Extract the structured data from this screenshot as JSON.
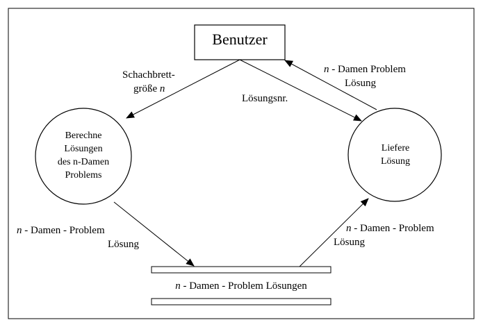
{
  "nodes": {
    "user": {
      "label": "Benutzer"
    },
    "compute": {
      "lines": [
        "Berechne",
        "Lösungen",
        "des n-Damen",
        "Problems"
      ]
    },
    "deliver": {
      "lines": [
        "Liefere",
        "Lösung"
      ]
    },
    "store": {
      "label_italic": "n",
      "label_rest": " - Damen - Problem Lösungen"
    }
  },
  "edges": {
    "board_size": {
      "line1": "Schachbrett-",
      "line2_text": "größe ",
      "line2_italic": "n"
    },
    "solution_number": {
      "label": "Lösungsnr."
    },
    "solution_to_user": {
      "italic": "n",
      "line1_rest": " - Damen Problem",
      "line2": "Lösung"
    },
    "compute_to_store": {
      "italic": "n",
      "line1_rest": " - Damen - Problem",
      "line2": "Lösung"
    },
    "store_to_deliver": {
      "italic": "n",
      "line1_rest": " - Damen - Problem",
      "line2": "Lösung"
    }
  }
}
